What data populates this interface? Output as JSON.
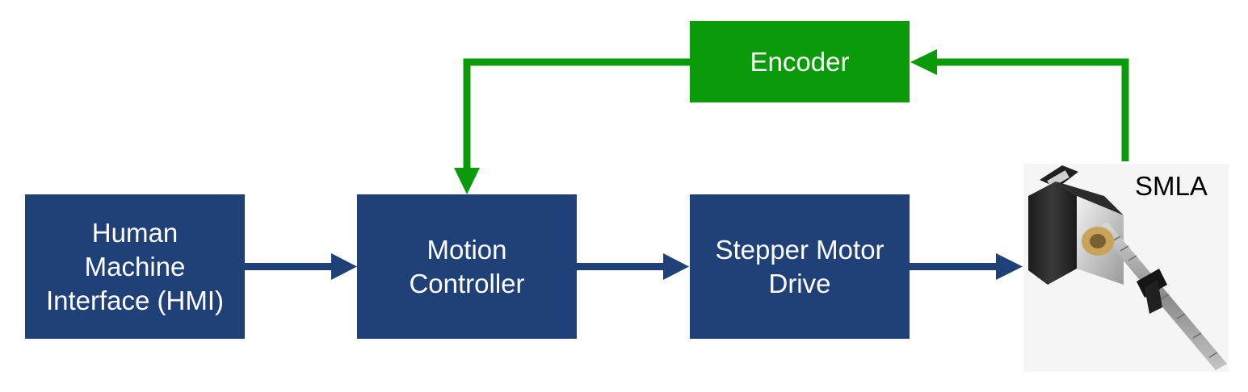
{
  "colors": {
    "block": "#1f4178",
    "feedback": "#0a9a0a",
    "text": "#ffffff"
  },
  "blocks": {
    "hmi": {
      "lines": [
        "Human",
        "Machine",
        "Interface (HMI)"
      ]
    },
    "motion_controller": {
      "lines": [
        "Motion",
        "Controller"
      ]
    },
    "stepper_drive": {
      "lines": [
        "Stepper Motor",
        "Drive"
      ]
    },
    "encoder": {
      "label": "Encoder"
    }
  },
  "motor": {
    "label": "SMLA",
    "icon": "stepper-motor-linear-actuator-icon"
  }
}
